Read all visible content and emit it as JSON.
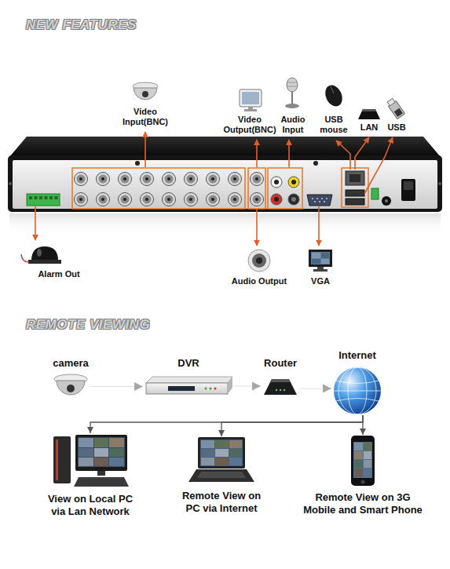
{
  "diagram": {
    "title": "NEW FEATURES",
    "nodes": [
      {
        "text": [
          "camera"
        ]
      },
      {
        "text": [
          "DVR"
        ]
      },
      {
        "text": [
          "Router"
        ]
      },
      {
        "text": [
          "Internet"
        ]
      },
      {
        "text": [
          "View on Local PC via Lan Network"
        ]
      },
      {
        "text": [
          "Remote View on PC via Internet"
        ]
      },
      {
        "text": [
          "Remote View on 3G Mobile and Smart Phone"
        ]
      }
    ],
    "edges": [
      {
        "from": 0,
        "to": 1,
        "arrow": "to"
      },
      {
        "from": 1,
        "to": 2,
        "arrow": "to"
      },
      {
        "from": 2,
        "to": 3,
        "arrow": "to"
      },
      {
        "from": 3,
        "to": 4,
        "arrow": "to"
      },
      {
        "from": 3,
        "to": 5,
        "arrow": "to"
      },
      {
        "from": 3,
        "to": 6,
        "arrow": "to"
      }
    ],
    "labels": [
      "Video Input(BNC)",
      "Video Output(BNC)",
      "Audio Input",
      "USB mouse",
      "LAN",
      "USB",
      "Alarm Out",
      "Audio Output",
      "VGA",
      "REMOTE VIEWING"
    ]
  }
}
